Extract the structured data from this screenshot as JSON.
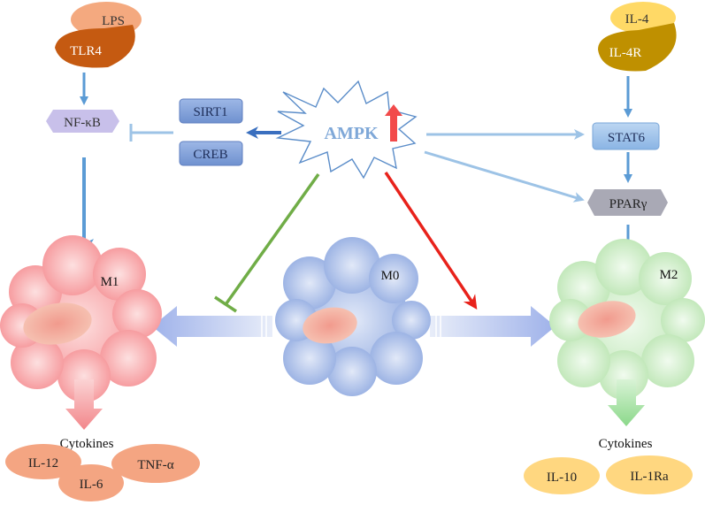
{
  "title": "",
  "nodes": {
    "lps": "LPS",
    "tlr4": "TLR4",
    "il4": "IL-4",
    "il4r": "IL-4R",
    "nfkb": "NF-κB",
    "sirt1": "SIRT1",
    "creb": "CREB",
    "ampk": "AMPK",
    "stat6": "STAT6",
    "ppar": "PPARγ",
    "m1": "M1",
    "m0": "M0",
    "m2": "M2"
  },
  "cytokines_m1": {
    "heading": "Cytokines",
    "items": [
      "IL-12",
      "IL-6",
      "TNF-α"
    ]
  },
  "cytokines_m2": {
    "heading": "Cytokines",
    "items": [
      "IL-10",
      "IL-1Ra"
    ]
  },
  "colors": {
    "arrow_blue": "#5b9bd5",
    "arrow_light_blue": "#9dc3e6",
    "arrow_dark_blue": "#3a6fbf",
    "inhibit_green": "#70ad47",
    "activate_red": "#e8221b",
    "m1_fill": "#f6a0a3",
    "m0_fill": "#a8bfe8",
    "m2_fill": "#c6e8bf",
    "nucleus": "#f09a8d",
    "box_blue": "#7f9fd6",
    "hex_purple": "#c8c0ea",
    "hex_gray": "#a9a9b5",
    "lps_fill": "#f4a97f",
    "tlr4_fill": "#c55a11",
    "il4_fill": "#ffd966",
    "il4r_fill": "#bf9000",
    "cyto_m1_fill": "#f4a582",
    "cyto_m2_fill": "#ffd780"
  }
}
